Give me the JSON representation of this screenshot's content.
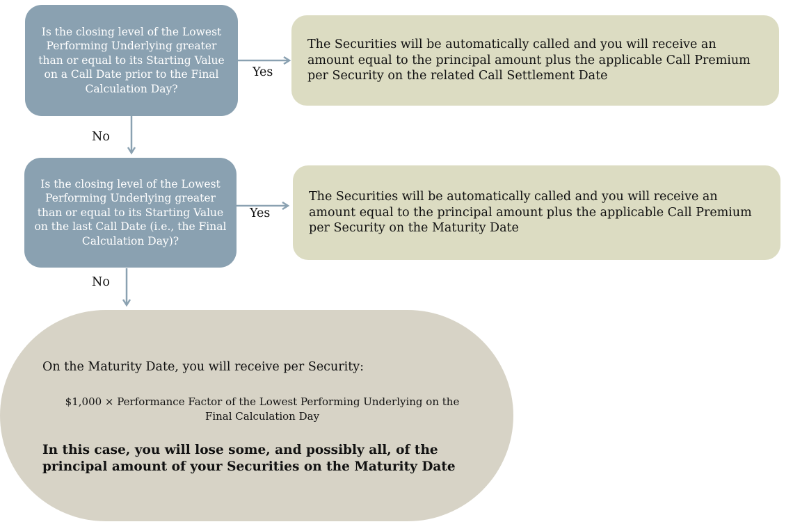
{
  "decision_1": {
    "question": "Is the closing level of the Lowest Performing Underlying greater than or equal to its Starting Value on a Call Date prior to the Final Calculation Day?",
    "yes_label": "Yes",
    "no_label": "No",
    "yes_outcome": "The Securities will be automatically called and you will receive an amount equal to the principal amount plus the applicable Call Premium per Security on the related Call Settlement Date"
  },
  "decision_2": {
    "question": "Is the closing level of the Lowest Performing Underlying greater than or equal to its Starting Value on the last Call Date (i.e., the Final Calculation Day)?",
    "yes_label": "Yes",
    "no_label": "No",
    "yes_outcome": "The Securities will be automatically called and you will receive an amount equal to the principal amount plus the applicable Call Premium per Security on the Maturity Date"
  },
  "final_outcome": {
    "intro": "On the Maturity Date, you will receive per Security:",
    "formula": "$1,000 × Performance Factor of the Lowest Performing Underlying on the Final Calculation Day",
    "warning": "In this case, you will lose some, and possibly all, of the principal amount of your Securities on the Maturity Date"
  },
  "colors": {
    "question_box": "#8aa1b1",
    "answer_box": "#dcdcc2",
    "outcome_box": "#d7d3c6",
    "arrow": "#8aa1b1"
  }
}
